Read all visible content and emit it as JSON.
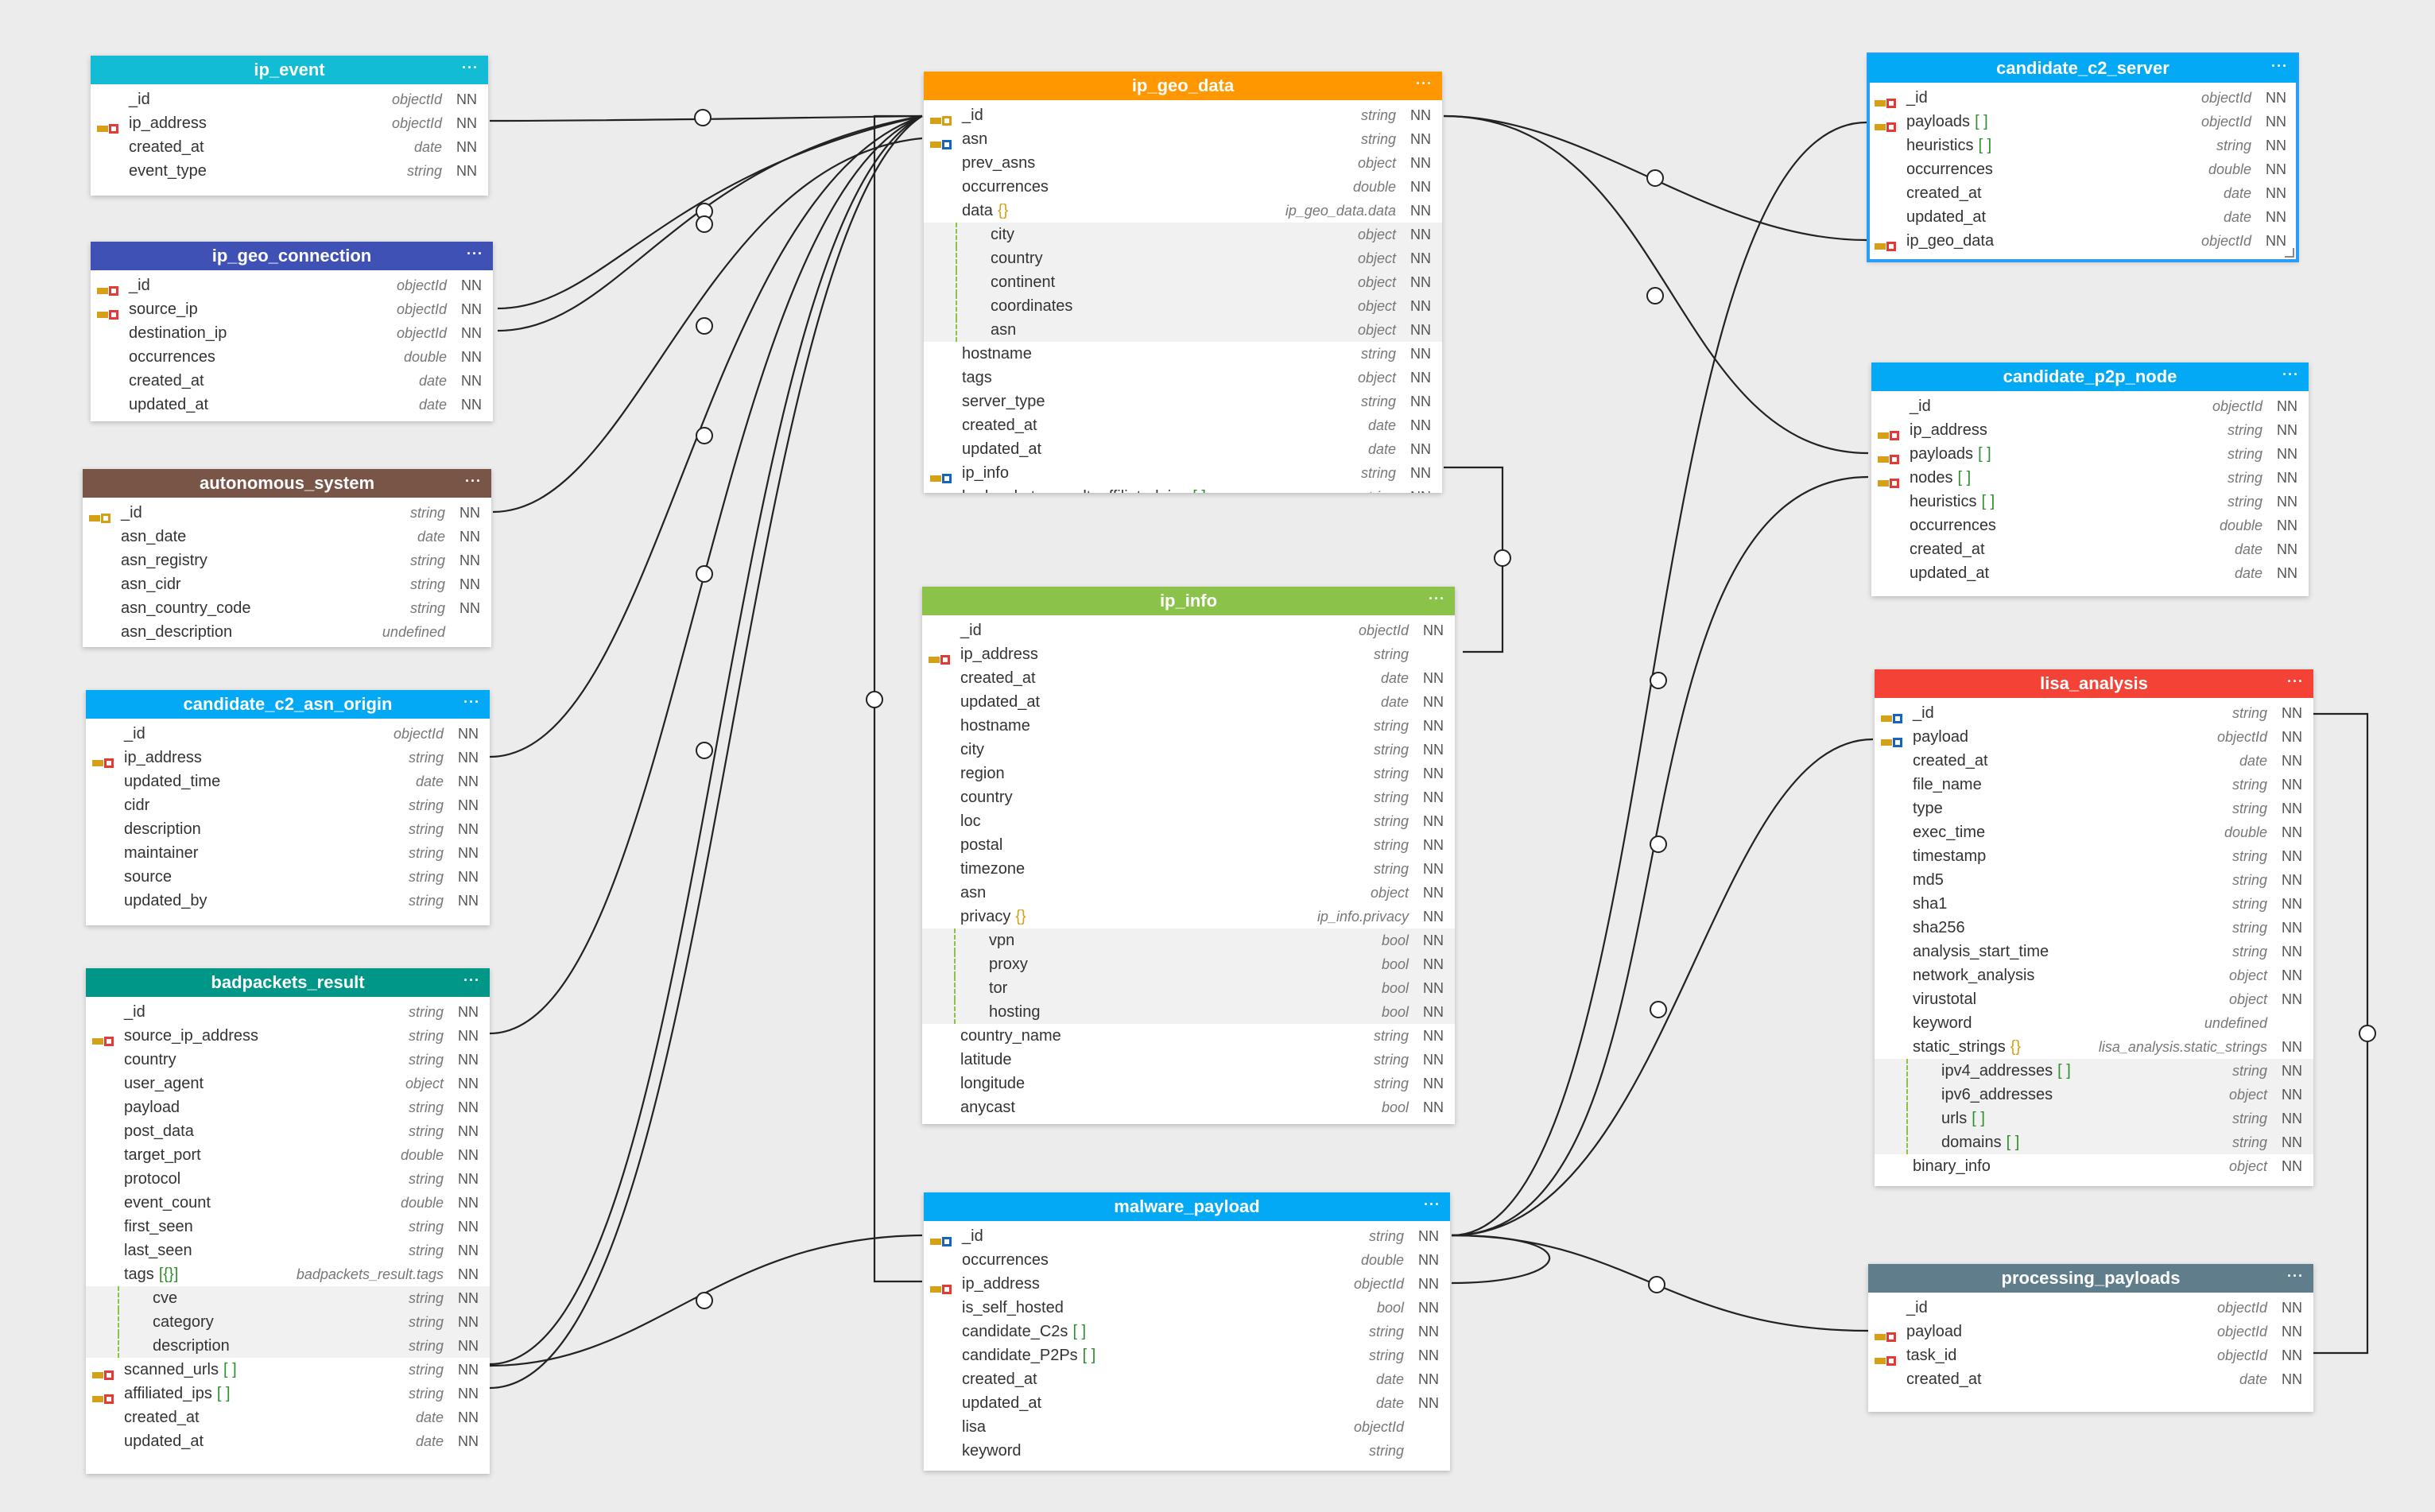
{
  "colors": {
    "ip_event": "#12bcd4",
    "ip_geo_connection": "#3f51b5",
    "autonomous_system": "#795548",
    "candidate_c2_asn_origin": "#03a9f4",
    "badpackets_result": "#009688",
    "ip_geo_data": "#ff9800",
    "ip_info": "#8bc34a",
    "malware_payload": "#03a9f4",
    "candidate_c2_server": "#03a9f4",
    "candidate_p2p_node": "#03a9f4",
    "lisa_analysis": "#f44336",
    "processing_payloads": "#607d8b"
  },
  "tables": {
    "ip_event": {
      "title": "ip_event",
      "rows": [
        {
          "name": "_id",
          "type": "objectId",
          "nn": "NN",
          "key": ""
        },
        {
          "name": "ip_address",
          "type": "objectId",
          "nn": "NN",
          "key": "fk"
        },
        {
          "name": "created_at",
          "type": "date",
          "nn": "NN",
          "key": ""
        },
        {
          "name": "event_type",
          "type": "string",
          "nn": "NN",
          "key": ""
        }
      ]
    },
    "ip_geo_connection": {
      "title": "ip_geo_connection",
      "rows": [
        {
          "name": "_id",
          "type": "objectId",
          "nn": "NN",
          "key": "fk"
        },
        {
          "name": "source_ip",
          "type": "objectId",
          "nn": "NN",
          "key": "fk"
        },
        {
          "name": "destination_ip",
          "type": "objectId",
          "nn": "NN",
          "key": ""
        },
        {
          "name": "occurrences",
          "type": "double",
          "nn": "NN",
          "key": ""
        },
        {
          "name": "created_at",
          "type": "date",
          "nn": "NN",
          "key": ""
        },
        {
          "name": "updated_at",
          "type": "date",
          "nn": "NN",
          "key": ""
        }
      ]
    },
    "autonomous_system": {
      "title": "autonomous_system",
      "rows": [
        {
          "name": "_id",
          "type": "string",
          "nn": "NN",
          "key": "pkfk"
        },
        {
          "name": "asn_date",
          "type": "date",
          "nn": "NN",
          "key": ""
        },
        {
          "name": "asn_registry",
          "type": "string",
          "nn": "NN",
          "key": ""
        },
        {
          "name": "asn_cidr",
          "type": "string",
          "nn": "NN",
          "key": ""
        },
        {
          "name": "asn_country_code",
          "type": "string",
          "nn": "NN",
          "key": ""
        },
        {
          "name": "asn_description",
          "type": "undefined",
          "nn": "",
          "key": ""
        }
      ]
    },
    "candidate_c2_asn_origin": {
      "title": "candidate_c2_asn_origin",
      "rows": [
        {
          "name": "_id",
          "type": "objectId",
          "nn": "NN",
          "key": ""
        },
        {
          "name": "ip_address",
          "type": "string",
          "nn": "NN",
          "key": "fk"
        },
        {
          "name": "updated_time",
          "type": "date",
          "nn": "NN",
          "key": ""
        },
        {
          "name": "cidr",
          "type": "string",
          "nn": "NN",
          "key": ""
        },
        {
          "name": "description",
          "type": "string",
          "nn": "NN",
          "key": ""
        },
        {
          "name": "maintainer",
          "type": "string",
          "nn": "NN",
          "key": ""
        },
        {
          "name": "source",
          "type": "string",
          "nn": "NN",
          "key": ""
        },
        {
          "name": "updated_by",
          "type": "string",
          "nn": "NN",
          "key": ""
        }
      ]
    },
    "badpackets_result": {
      "title": "badpackets_result",
      "rows": [
        {
          "name": "_id",
          "type": "string",
          "nn": "NN",
          "key": ""
        },
        {
          "name": "source_ip_address",
          "type": "string",
          "nn": "NN",
          "key": "fk"
        },
        {
          "name": "country",
          "type": "string",
          "nn": "NN",
          "key": ""
        },
        {
          "name": "user_agent",
          "type": "object",
          "nn": "NN",
          "key": ""
        },
        {
          "name": "payload",
          "type": "string",
          "nn": "NN",
          "key": ""
        },
        {
          "name": "post_data",
          "type": "string",
          "nn": "NN",
          "key": ""
        },
        {
          "name": "target_port",
          "type": "double",
          "nn": "NN",
          "key": ""
        },
        {
          "name": "protocol",
          "type": "string",
          "nn": "NN",
          "key": ""
        },
        {
          "name": "event_count",
          "type": "double",
          "nn": "NN",
          "key": ""
        },
        {
          "name": "first_seen",
          "type": "string",
          "nn": "NN",
          "key": ""
        },
        {
          "name": "last_seen",
          "type": "string",
          "nn": "NN",
          "key": ""
        },
        {
          "name": "tags",
          "suffix": "[{}]",
          "type": "badpackets_result.tags",
          "nn": "NN",
          "key": ""
        },
        {
          "name": "cve",
          "type": "string",
          "nn": "NN",
          "key": "",
          "sub": true
        },
        {
          "name": "category",
          "type": "string",
          "nn": "NN",
          "key": "",
          "sub": true
        },
        {
          "name": "description",
          "type": "string",
          "nn": "NN",
          "key": "",
          "sub": true
        },
        {
          "name": "scanned_urls",
          "suffix": "[ ]",
          "type": "string",
          "nn": "NN",
          "key": "fk"
        },
        {
          "name": "affiliated_ips",
          "suffix": "[ ]",
          "type": "string",
          "nn": "NN",
          "key": "fk"
        },
        {
          "name": "created_at",
          "type": "date",
          "nn": "NN",
          "key": ""
        },
        {
          "name": "updated_at",
          "type": "date",
          "nn": "NN",
          "key": ""
        }
      ]
    },
    "ip_geo_data": {
      "title": "ip_geo_data",
      "rows": [
        {
          "name": "_id",
          "type": "string",
          "nn": "NN",
          "key": "pkfk"
        },
        {
          "name": "asn",
          "type": "string",
          "nn": "NN",
          "key": "idx"
        },
        {
          "name": "prev_asns",
          "type": "object",
          "nn": "NN",
          "key": ""
        },
        {
          "name": "occurrences",
          "type": "double",
          "nn": "NN",
          "key": ""
        },
        {
          "name": "data",
          "suffix": "{}",
          "type": "ip_geo_data.data",
          "nn": "NN",
          "key": ""
        },
        {
          "name": "city",
          "type": "object",
          "nn": "NN",
          "key": "",
          "sub": true
        },
        {
          "name": "country",
          "type": "object",
          "nn": "NN",
          "key": "",
          "sub": true
        },
        {
          "name": "continent",
          "type": "object",
          "nn": "NN",
          "key": "",
          "sub": true
        },
        {
          "name": "coordinates",
          "type": "object",
          "nn": "NN",
          "key": "",
          "sub": true
        },
        {
          "name": "asn",
          "type": "object",
          "nn": "NN",
          "key": "",
          "sub": true
        },
        {
          "name": "hostname",
          "type": "string",
          "nn": "NN",
          "key": ""
        },
        {
          "name": "tags",
          "type": "object",
          "nn": "NN",
          "key": ""
        },
        {
          "name": "server_type",
          "type": "string",
          "nn": "NN",
          "key": ""
        },
        {
          "name": "created_at",
          "type": "date",
          "nn": "NN",
          "key": ""
        },
        {
          "name": "updated_at",
          "type": "date",
          "nn": "NN",
          "key": ""
        },
        {
          "name": "ip_info",
          "type": "string",
          "nn": "NN",
          "key": "idx"
        },
        {
          "name": "badpackets_result_affiliated_ips",
          "suffix": "[ ]",
          "type": "string",
          "nn": "NN",
          "key": ""
        }
      ]
    },
    "ip_info": {
      "title": "ip_info",
      "rows": [
        {
          "name": "_id",
          "type": "objectId",
          "nn": "NN",
          "key": ""
        },
        {
          "name": "ip_address",
          "type": "string",
          "nn": "",
          "key": "fk"
        },
        {
          "name": "created_at",
          "type": "date",
          "nn": "NN",
          "key": ""
        },
        {
          "name": "updated_at",
          "type": "date",
          "nn": "NN",
          "key": ""
        },
        {
          "name": "hostname",
          "type": "string",
          "nn": "NN",
          "key": ""
        },
        {
          "name": "city",
          "type": "string",
          "nn": "NN",
          "key": ""
        },
        {
          "name": "region",
          "type": "string",
          "nn": "NN",
          "key": ""
        },
        {
          "name": "country",
          "type": "string",
          "nn": "NN",
          "key": ""
        },
        {
          "name": "loc",
          "type": "string",
          "nn": "NN",
          "key": ""
        },
        {
          "name": "postal",
          "type": "string",
          "nn": "NN",
          "key": ""
        },
        {
          "name": "timezone",
          "type": "string",
          "nn": "NN",
          "key": ""
        },
        {
          "name": "asn",
          "type": "object",
          "nn": "NN",
          "key": ""
        },
        {
          "name": "privacy",
          "suffix": "{}",
          "type": "ip_info.privacy",
          "nn": "NN",
          "key": ""
        },
        {
          "name": "vpn",
          "type": "bool",
          "nn": "NN",
          "key": "",
          "sub": true
        },
        {
          "name": "proxy",
          "type": "bool",
          "nn": "NN",
          "key": "",
          "sub": true
        },
        {
          "name": "tor",
          "type": "bool",
          "nn": "NN",
          "key": "",
          "sub": true
        },
        {
          "name": "hosting",
          "type": "bool",
          "nn": "NN",
          "key": "",
          "sub": true
        },
        {
          "name": "country_name",
          "type": "string",
          "nn": "NN",
          "key": ""
        },
        {
          "name": "latitude",
          "type": "string",
          "nn": "NN",
          "key": ""
        },
        {
          "name": "longitude",
          "type": "string",
          "nn": "NN",
          "key": ""
        },
        {
          "name": "anycast",
          "type": "bool",
          "nn": "NN",
          "key": ""
        }
      ]
    },
    "malware_payload": {
      "title": "malware_payload",
      "rows": [
        {
          "name": "_id",
          "type": "string",
          "nn": "NN",
          "key": "idx"
        },
        {
          "name": "occurrences",
          "type": "double",
          "nn": "NN",
          "key": ""
        },
        {
          "name": "ip_address",
          "type": "objectId",
          "nn": "NN",
          "key": "fk"
        },
        {
          "name": "is_self_hosted",
          "type": "bool",
          "nn": "NN",
          "key": ""
        },
        {
          "name": "candidate_C2s",
          "suffix": "[ ]",
          "type": "string",
          "nn": "NN",
          "key": ""
        },
        {
          "name": "candidate_P2Ps",
          "suffix": "[ ]",
          "type": "string",
          "nn": "NN",
          "key": ""
        },
        {
          "name": "created_at",
          "type": "date",
          "nn": "NN",
          "key": ""
        },
        {
          "name": "updated_at",
          "type": "date",
          "nn": "NN",
          "key": ""
        },
        {
          "name": "lisa",
          "type": "objectId",
          "nn": "",
          "key": ""
        },
        {
          "name": "keyword",
          "type": "string",
          "nn": "",
          "key": ""
        }
      ]
    },
    "candidate_c2_server": {
      "title": "candidate_c2_server",
      "rows": [
        {
          "name": "_id",
          "type": "objectId",
          "nn": "NN",
          "key": "fk"
        },
        {
          "name": "payloads",
          "suffix": "[ ]",
          "type": "objectId",
          "nn": "NN",
          "key": "fk"
        },
        {
          "name": "heuristics",
          "suffix": "[ ]",
          "type": "string",
          "nn": "NN",
          "key": ""
        },
        {
          "name": "occurrences",
          "type": "double",
          "nn": "NN",
          "key": ""
        },
        {
          "name": "created_at",
          "type": "date",
          "nn": "NN",
          "key": ""
        },
        {
          "name": "updated_at",
          "type": "date",
          "nn": "NN",
          "key": ""
        },
        {
          "name": "ip_geo_data",
          "type": "objectId",
          "nn": "NN",
          "key": "fk"
        }
      ]
    },
    "candidate_p2p_node": {
      "title": "candidate_p2p_node",
      "rows": [
        {
          "name": "_id",
          "type": "objectId",
          "nn": "NN",
          "key": ""
        },
        {
          "name": "ip_address",
          "type": "string",
          "nn": "NN",
          "key": "fk"
        },
        {
          "name": "payloads",
          "suffix": "[ ]",
          "type": "string",
          "nn": "NN",
          "key": "fk"
        },
        {
          "name": "nodes",
          "suffix": "[ ]",
          "type": "string",
          "nn": "NN",
          "key": "fk"
        },
        {
          "name": "heuristics",
          "suffix": "[ ]",
          "type": "string",
          "nn": "NN",
          "key": ""
        },
        {
          "name": "occurrences",
          "type": "double",
          "nn": "NN",
          "key": ""
        },
        {
          "name": "created_at",
          "type": "date",
          "nn": "NN",
          "key": ""
        },
        {
          "name": "updated_at",
          "type": "date",
          "nn": "NN",
          "key": ""
        }
      ]
    },
    "lisa_analysis": {
      "title": "lisa_analysis",
      "rows": [
        {
          "name": "_id",
          "type": "string",
          "nn": "NN",
          "key": "idx"
        },
        {
          "name": "payload",
          "type": "objectId",
          "nn": "NN",
          "key": "idx"
        },
        {
          "name": "created_at",
          "type": "date",
          "nn": "NN",
          "key": ""
        },
        {
          "name": "file_name",
          "type": "string",
          "nn": "NN",
          "key": ""
        },
        {
          "name": "type",
          "type": "string",
          "nn": "NN",
          "key": ""
        },
        {
          "name": "exec_time",
          "type": "double",
          "nn": "NN",
          "key": ""
        },
        {
          "name": "timestamp",
          "type": "string",
          "nn": "NN",
          "key": ""
        },
        {
          "name": "md5",
          "type": "string",
          "nn": "NN",
          "key": ""
        },
        {
          "name": "sha1",
          "type": "string",
          "nn": "NN",
          "key": ""
        },
        {
          "name": "sha256",
          "type": "string",
          "nn": "NN",
          "key": ""
        },
        {
          "name": "analysis_start_time",
          "type": "string",
          "nn": "NN",
          "key": ""
        },
        {
          "name": "network_analysis",
          "type": "object",
          "nn": "NN",
          "key": ""
        },
        {
          "name": "virustotal",
          "type": "object",
          "nn": "NN",
          "key": ""
        },
        {
          "name": "keyword",
          "type": "undefined",
          "nn": "",
          "key": ""
        },
        {
          "name": "static_strings",
          "suffix": "{}",
          "type": "lisa_analysis.static_strings",
          "nn": "NN",
          "key": ""
        },
        {
          "name": "ipv4_addresses",
          "suffix": "[ ]",
          "type": "string",
          "nn": "NN",
          "key": "",
          "sub": true
        },
        {
          "name": "ipv6_addresses",
          "type": "object",
          "nn": "NN",
          "key": "",
          "sub": true
        },
        {
          "name": "urls",
          "suffix": "[ ]",
          "type": "string",
          "nn": "NN",
          "key": "",
          "sub": true
        },
        {
          "name": "domains",
          "suffix": "[ ]",
          "type": "string",
          "nn": "NN",
          "key": "",
          "sub": true
        },
        {
          "name": "binary_info",
          "type": "object",
          "nn": "NN",
          "key": ""
        }
      ]
    },
    "processing_payloads": {
      "title": "processing_payloads",
      "rows": [
        {
          "name": "_id",
          "type": "objectId",
          "nn": "NN",
          "key": ""
        },
        {
          "name": "payload",
          "type": "objectId",
          "nn": "NN",
          "key": "fk"
        },
        {
          "name": "task_id",
          "type": "objectId",
          "nn": "NN",
          "key": "fk"
        },
        {
          "name": "created_at",
          "type": "date",
          "nn": "NN",
          "key": ""
        }
      ]
    }
  },
  "menu_glyph": "···"
}
